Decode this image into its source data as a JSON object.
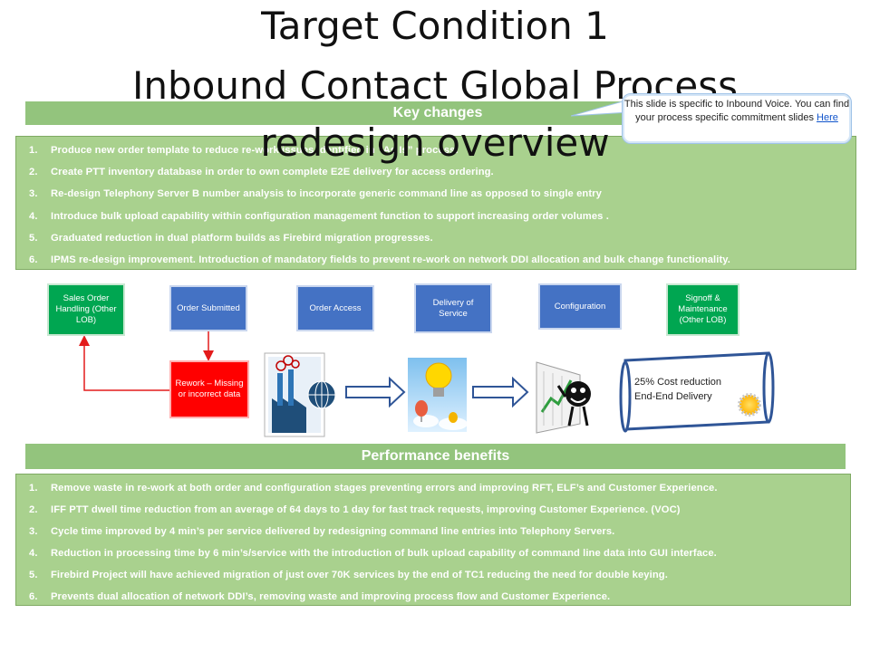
{
  "slide": {
    "title_line1": "Target Condition 1",
    "title_line2": "Inbound Contact Global Process",
    "title_line3": "redesign overview"
  },
  "callout": {
    "text": "This slide is specific to Inbound Voice. You can find your process specific commitment slides",
    "link": "Here"
  },
  "key_changes": {
    "heading": "Key changes",
    "items": [
      {
        "num": "1.",
        "text": "Produce new  order template  to reduce re-work issues  identified in “As Is” process."
      },
      {
        "num": "2.",
        "text": "Create PTT inventory database in order to own complete E2E delivery for access ordering."
      },
      {
        "num": "3.",
        "text": "Re-design Telephony Server B number analysis to incorporate generic command line as opposed to single entry"
      },
      {
        "num": "4.",
        "text": "Introduce bulk upload  capability  within configuration  management function to support  increasing  order volumes ."
      },
      {
        "num": "5.",
        "text": "Graduated reduction in dual platform builds as Firebird migration progresses."
      },
      {
        "num": "6.",
        "text": "IPMS re-design improvement. Introduction of mandatory fields to prevent re-work on network DDI allocation and bulk change  functionality."
      }
    ]
  },
  "process_flow": {
    "stages": [
      {
        "label": "Sales Order Handling (Other LOB)",
        "color": "#00a651"
      },
      {
        "label": "Order Submitted",
        "color": "#4472c4"
      },
      {
        "label": "Order Access",
        "color": "#4472c4"
      },
      {
        "label": "Delivery of Service",
        "color": "#4472c4"
      },
      {
        "label": "Configuration",
        "color": "#4472c4"
      },
      {
        "label": "Signoff & Maintenance (Other LOB)",
        "color": "#00a651"
      }
    ],
    "rework": {
      "label": "Rework – Missing or incorrect data",
      "color": "#ff0000"
    },
    "outcome_line1": "25% Cost reduction",
    "outcome_line2": "End-End Delivery"
  },
  "performance_benefits": {
    "heading": "Performance benefits",
    "items": [
      {
        "num": "1.",
        "text": "Remove waste in re-work at both order and configuration stages  preventing errors and improving RFT, ELF’s and Customer Experience."
      },
      {
        "num": "2.",
        "text": "IFF PTT dwell time  reduction from an average of 64 days to 1 day  for fast track requests, improving Customer Experience. (VOC)"
      },
      {
        "num": "3.",
        "text": "Cycle time  improved by  4 min’s per service delivered by redesigning command line entries into Telephony Servers."
      },
      {
        "num": "4.",
        "text": "Reduction in processing time  by 6 min’s/service with the  introduction of bulk upload capability of command line data into GUI interface."
      },
      {
        "num": "5.",
        "text": "Firebird Project will have achieved migration of  just over 70K services by the end of TC1 reducing the need for double keying."
      },
      {
        "num": "6.",
        "text": "Prevents  dual allocation of network DDI’s, removing waste  and improving process flow and Customer Experience."
      }
    ]
  },
  "colors": {
    "band": "#93c47d",
    "box": "#a9d18e",
    "stage_blue": "#4472c4",
    "stage_green": "#00a651",
    "rework_red": "#ff0000"
  }
}
